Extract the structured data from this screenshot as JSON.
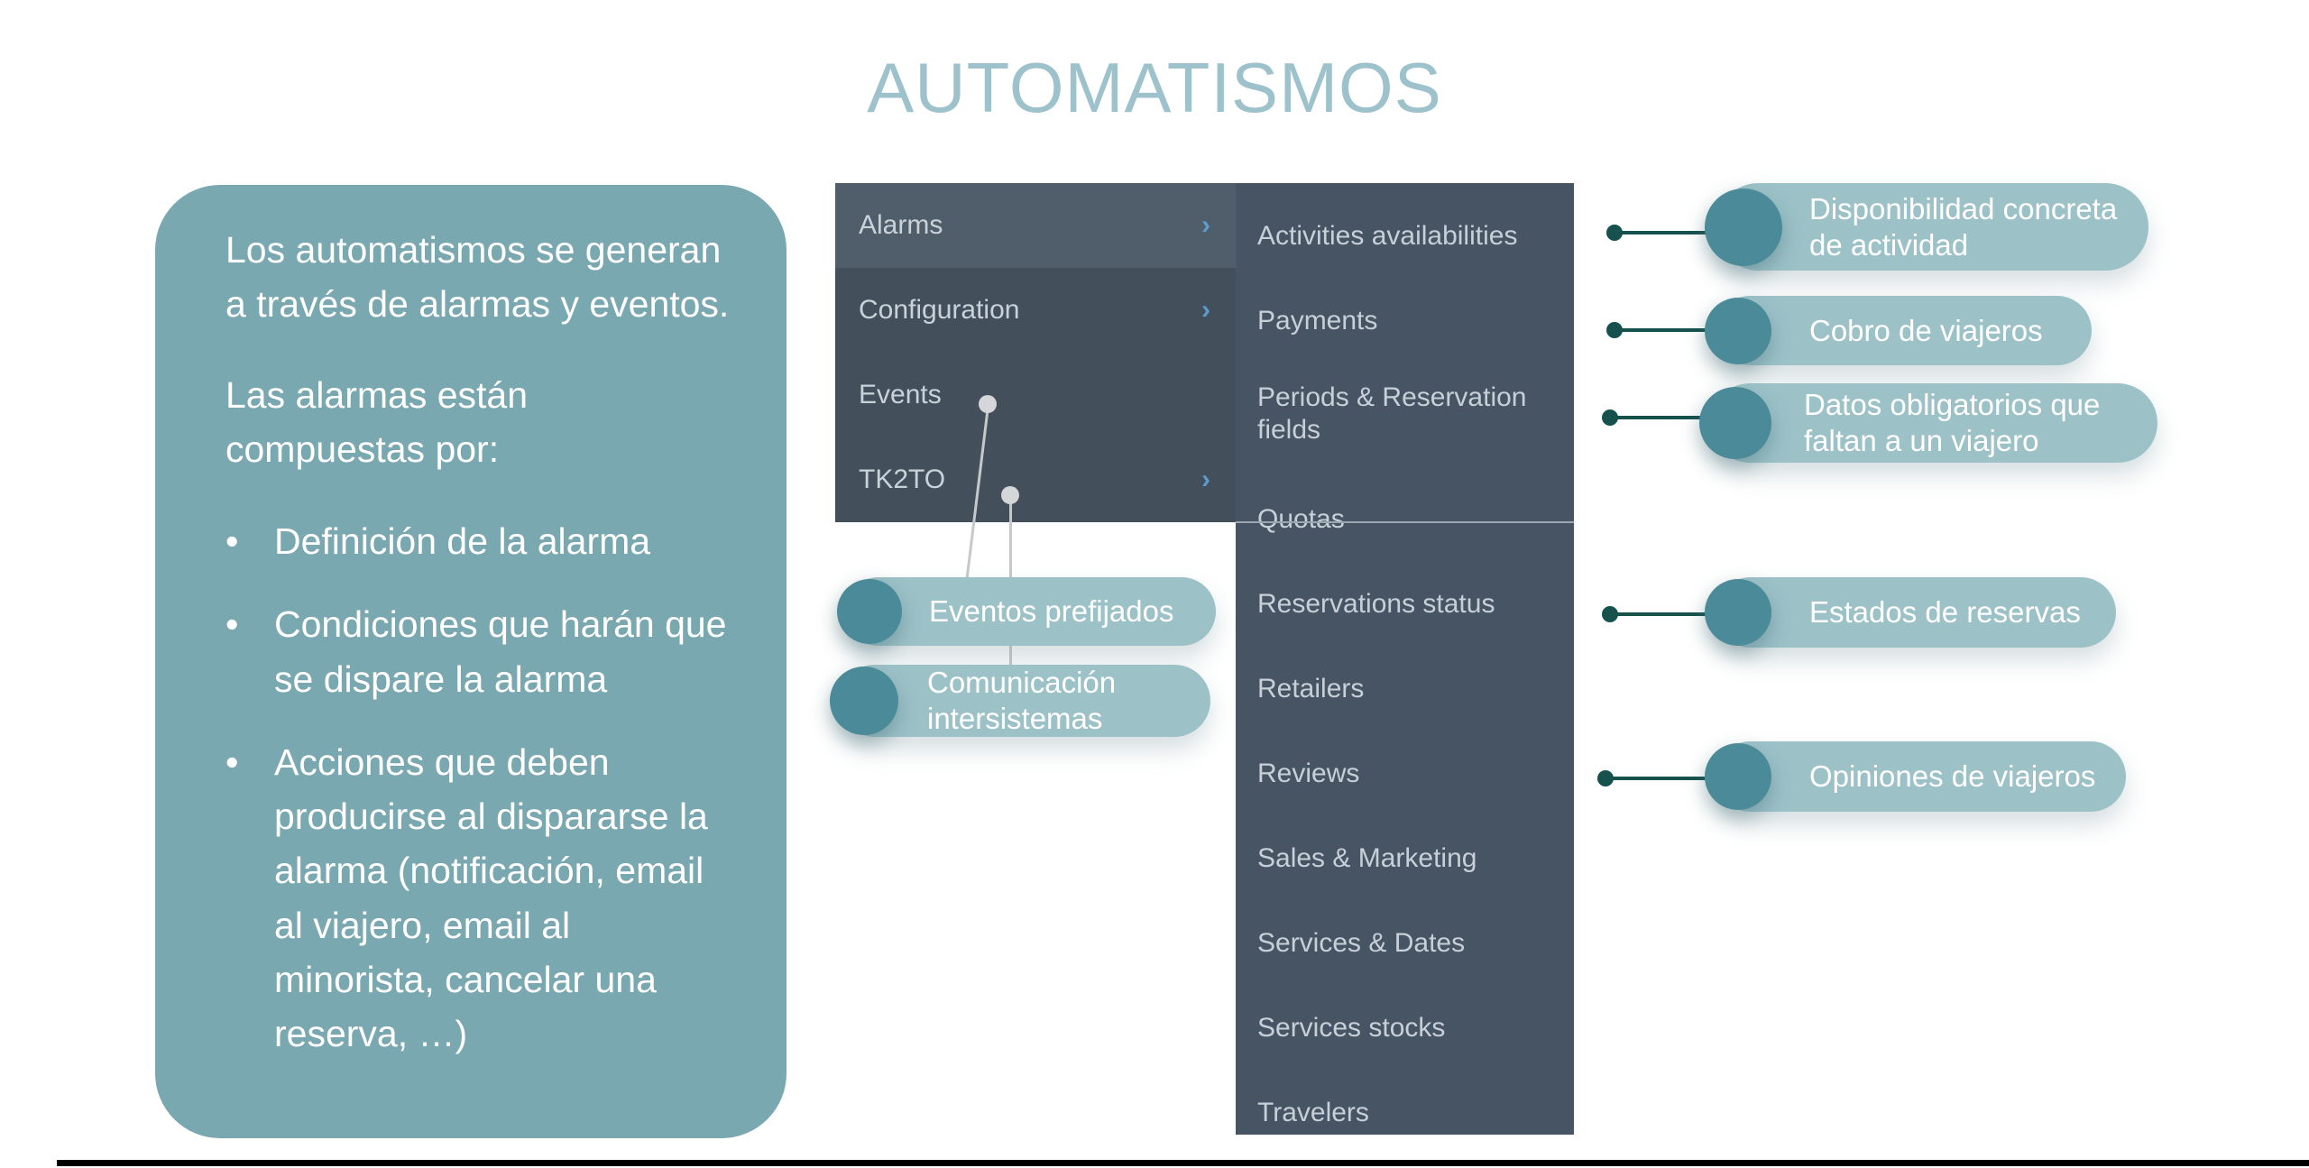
{
  "title": "AUTOMATISMOS",
  "left_card": {
    "paragraphs": [
      "Los automatismos se generan a través de alarmas y eventos.",
      "Las alarmas están compuestas por:"
    ],
    "bullet_char": "•",
    "bullets": [
      "Definición de la alarma",
      "Condiciones que harán que se dispare la alarma",
      "Acciones que deben producirse al dispararse la alarma (notificación, email al viajero, email al minorista, cancelar una reserva, …)"
    ]
  },
  "menu_primary": {
    "items": [
      {
        "label": "Alarms",
        "chevron": "›",
        "has_chevron": true,
        "active": true
      },
      {
        "label": "Configuration",
        "chevron": "›",
        "has_chevron": true,
        "active": false
      },
      {
        "label": "Events",
        "chevron": "›",
        "has_chevron": false,
        "active": false
      },
      {
        "label": "TK2TO",
        "chevron": "›",
        "has_chevron": true,
        "active": false
      }
    ]
  },
  "menu_secondary": {
    "items": [
      "Activities availabilities",
      "Payments",
      "Periods & Reservation fields",
      "Quotas",
      "Reservations status",
      "Retailers",
      "Reviews",
      "Sales & Marketing",
      "Services & Dates",
      "Services stocks",
      "Travelers"
    ]
  },
  "callouts_right": [
    {
      "text": "Disponibilidad concreta de actividad"
    },
    {
      "text": "Cobro de viajeros"
    },
    {
      "text": "Datos obligatorios que faltan a un viajero"
    },
    {
      "text": "Estados de reservas"
    },
    {
      "text": "Opiniones de viajeros"
    }
  ],
  "callouts_left": [
    {
      "text": "Eventos prefijados"
    },
    {
      "text": "Comunicación intersistemas"
    }
  ],
  "colors": {
    "title": "#9dc2cb",
    "card_teal": "#7aa8b0",
    "pill": "#9cc2c8",
    "pill_dot": "#4b8b99",
    "panel_dark": "#43505c",
    "panel_dark_2": "#475463",
    "panel_active": "#505e6b",
    "chevron": "#5b9ccf",
    "connector": "#16514e"
  }
}
